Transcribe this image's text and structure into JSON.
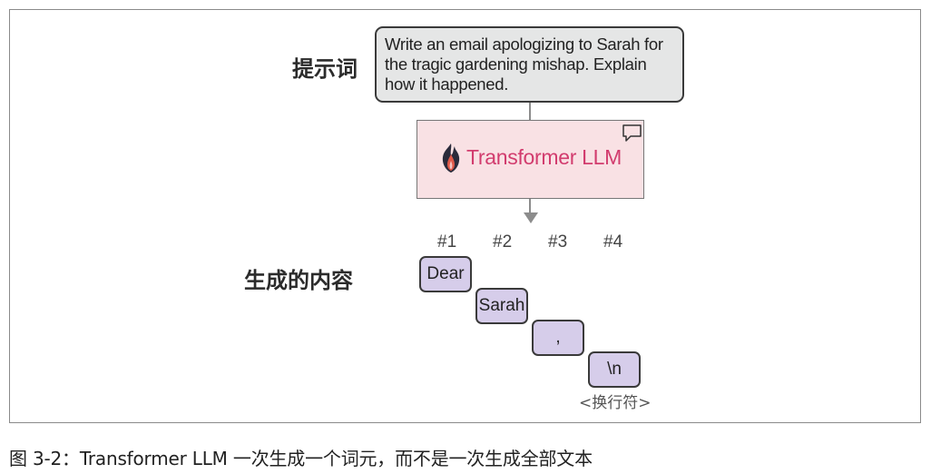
{
  "prompt_label": "提示词",
  "prompt_text": "Write an email apologizing to Sarah for the tragic gardening mishap. Explain how it happened.",
  "llm_label": "Transformer LLM",
  "output_label": "生成的内容",
  "token_numbers": [
    "#1",
    "#2",
    "#3",
    "#4"
  ],
  "tokens": [
    "Dear",
    "Sarah",
    ",",
    "\\n"
  ],
  "newline_note": "<换行符>",
  "caption": "图 3-2：Transformer LLM 一次生成一个词元，而不是一次生成全部文本",
  "colors": {
    "prompt_fill": "#e5e6e6",
    "llm_fill": "#f9e1e4",
    "llm_text": "#d23c6e",
    "token_fill": "#d6cdea"
  }
}
